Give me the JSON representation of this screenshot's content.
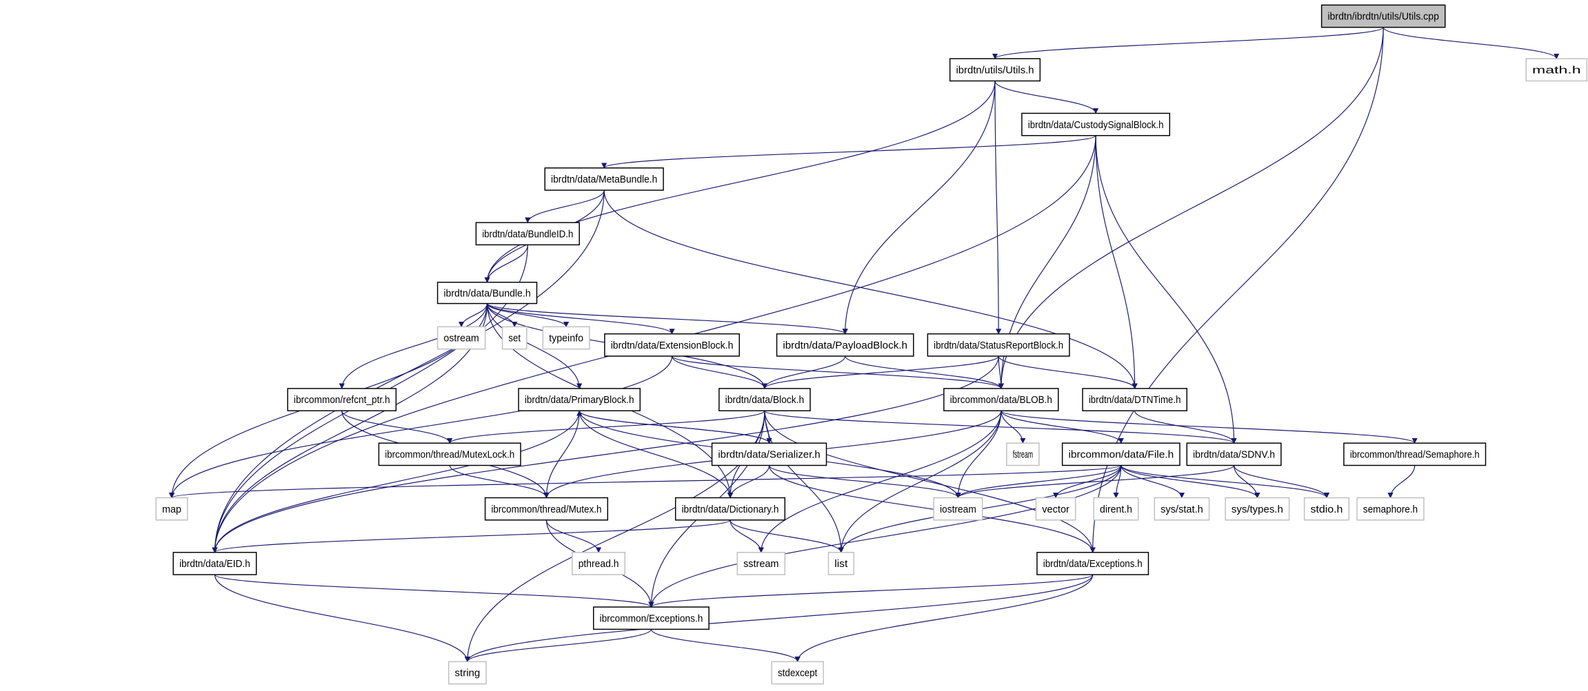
{
  "graph": {
    "edge_color": "#191970",
    "root_fill": "#bfbfbf",
    "external_border": "#bfbfbf",
    "nodes": [
      {
        "id": "utils_cpp",
        "label": "ibrdtn/ibrdtn/utils/Utils.cpp",
        "kind": "root"
      },
      {
        "id": "utils_h",
        "label": "ibrdtn/utils/Utils.h",
        "kind": "internal"
      },
      {
        "id": "math_h",
        "label": "math.h",
        "kind": "external"
      },
      {
        "id": "custody",
        "label": "ibrdtn/data/CustodySignalBlock.h",
        "kind": "internal"
      },
      {
        "id": "metabundle",
        "label": "ibrdtn/data/MetaBundle.h",
        "kind": "internal"
      },
      {
        "id": "bundleid",
        "label": "ibrdtn/data/BundleID.h",
        "kind": "internal"
      },
      {
        "id": "bundle",
        "label": "ibrdtn/data/Bundle.h",
        "kind": "internal"
      },
      {
        "id": "ostream",
        "label": "ostream",
        "kind": "external"
      },
      {
        "id": "set",
        "label": "set",
        "kind": "external"
      },
      {
        "id": "typeinfo",
        "label": "typeinfo",
        "kind": "external"
      },
      {
        "id": "extblock",
        "label": "ibrdtn/data/ExtensionBlock.h",
        "kind": "internal"
      },
      {
        "id": "payload",
        "label": "ibrdtn/data/PayloadBlock.h",
        "kind": "internal"
      },
      {
        "id": "statusreport",
        "label": "ibrdtn/data/StatusReportBlock.h",
        "kind": "internal"
      },
      {
        "id": "refcnt",
        "label": "ibrcommon/refcnt_ptr.h",
        "kind": "internal"
      },
      {
        "id": "primary",
        "label": "ibrdtn/data/PrimaryBlock.h",
        "kind": "internal"
      },
      {
        "id": "block",
        "label": "ibrdtn/data/Block.h",
        "kind": "internal"
      },
      {
        "id": "blob",
        "label": "ibrcommon/data/BLOB.h",
        "kind": "internal"
      },
      {
        "id": "dtntime",
        "label": "ibrdtn/data/DTNTime.h",
        "kind": "internal"
      },
      {
        "id": "mutexlock",
        "label": "ibrcommon/thread/MutexLock.h",
        "kind": "internal"
      },
      {
        "id": "serializer",
        "label": "ibrdtn/data/Serializer.h",
        "kind": "internal"
      },
      {
        "id": "fstream",
        "label": "fstream",
        "kind": "external"
      },
      {
        "id": "file",
        "label": "ibrcommon/data/File.h",
        "kind": "internal"
      },
      {
        "id": "sdnv",
        "label": "ibrdtn/data/SDNV.h",
        "kind": "internal"
      },
      {
        "id": "semaphore_h",
        "label": "ibrcommon/thread/Semaphore.h",
        "kind": "internal"
      },
      {
        "id": "map",
        "label": "map",
        "kind": "external"
      },
      {
        "id": "mutex",
        "label": "ibrcommon/thread/Mutex.h",
        "kind": "internal"
      },
      {
        "id": "dictionary",
        "label": "ibrdtn/data/Dictionary.h",
        "kind": "internal"
      },
      {
        "id": "iostream",
        "label": "iostream",
        "kind": "external"
      },
      {
        "id": "vector",
        "label": "vector",
        "kind": "external"
      },
      {
        "id": "dirent",
        "label": "dirent.h",
        "kind": "external"
      },
      {
        "id": "sysstat",
        "label": "sys/stat.h",
        "kind": "external"
      },
      {
        "id": "systypes",
        "label": "sys/types.h",
        "kind": "external"
      },
      {
        "id": "stdio",
        "label": "stdio.h",
        "kind": "external"
      },
      {
        "id": "semaphore_sys",
        "label": "semaphore.h",
        "kind": "external"
      },
      {
        "id": "eid",
        "label": "ibrdtn/data/EID.h",
        "kind": "internal"
      },
      {
        "id": "pthread",
        "label": "pthread.h",
        "kind": "external"
      },
      {
        "id": "sstream",
        "label": "sstream",
        "kind": "external"
      },
      {
        "id": "list",
        "label": "list",
        "kind": "external"
      },
      {
        "id": "dtnexceptions",
        "label": "ibrdtn/data/Exceptions.h",
        "kind": "internal"
      },
      {
        "id": "exceptions",
        "label": "ibrcommon/Exceptions.h",
        "kind": "internal"
      },
      {
        "id": "string",
        "label": "string",
        "kind": "external"
      },
      {
        "id": "stdexcept",
        "label": "stdexcept",
        "kind": "external"
      }
    ],
    "edges": [
      [
        "utils_cpp",
        "utils_h"
      ],
      [
        "utils_cpp",
        "math_h"
      ],
      [
        "utils_cpp",
        "blob"
      ],
      [
        "utils_cpp",
        "dtnexceptions"
      ],
      [
        "utils_h",
        "bundle"
      ],
      [
        "utils_h",
        "payload"
      ],
      [
        "utils_h",
        "statusreport"
      ],
      [
        "utils_h",
        "custody"
      ],
      [
        "custody",
        "eid"
      ],
      [
        "custody",
        "metabundle"
      ],
      [
        "custody",
        "blob"
      ],
      [
        "custody",
        "dtntime"
      ],
      [
        "custody",
        "sdnv"
      ],
      [
        "metabundle",
        "eid"
      ],
      [
        "metabundle",
        "bundleid"
      ],
      [
        "metabundle",
        "bundle"
      ],
      [
        "metabundle",
        "dtntime"
      ],
      [
        "bundleid",
        "eid"
      ],
      [
        "bundleid",
        "bundle"
      ],
      [
        "bundle",
        "ostream"
      ],
      [
        "bundle",
        "set"
      ],
      [
        "bundle",
        "typeinfo"
      ],
      [
        "bundle",
        "extblock"
      ],
      [
        "bundle",
        "payload"
      ],
      [
        "bundle",
        "block"
      ],
      [
        "bundle",
        "primary"
      ],
      [
        "bundle",
        "refcnt"
      ],
      [
        "bundle",
        "dictionary"
      ],
      [
        "bundle",
        "map"
      ],
      [
        "bundle",
        "eid"
      ],
      [
        "extblock",
        "map"
      ],
      [
        "extblock",
        "block"
      ],
      [
        "extblock",
        "blob"
      ],
      [
        "payload",
        "block"
      ],
      [
        "payload",
        "blob"
      ],
      [
        "statusreport",
        "eid"
      ],
      [
        "statusreport",
        "block"
      ],
      [
        "statusreport",
        "blob"
      ],
      [
        "statusreport",
        "dtntime"
      ],
      [
        "refcnt",
        "mutexlock"
      ],
      [
        "refcnt",
        "mutex"
      ],
      [
        "primary",
        "eid"
      ],
      [
        "primary",
        "mutex"
      ],
      [
        "primary",
        "dictionary"
      ],
      [
        "primary",
        "serializer"
      ],
      [
        "primary",
        "iostream"
      ],
      [
        "block",
        "mutexlock"
      ],
      [
        "block",
        "serializer"
      ],
      [
        "block",
        "dictionary"
      ],
      [
        "block",
        "list"
      ],
      [
        "block",
        "exceptions"
      ],
      [
        "block",
        "sdnv"
      ],
      [
        "block",
        "string"
      ],
      [
        "block",
        "dtnexceptions"
      ],
      [
        "serializer",
        "primary"
      ],
      [
        "serializer",
        "dictionary"
      ],
      [
        "serializer",
        "iostream"
      ],
      [
        "serializer",
        "dtnexceptions"
      ],
      [
        "blob",
        "mutex"
      ],
      [
        "blob",
        "fstream"
      ],
      [
        "blob",
        "file"
      ],
      [
        "blob",
        "iostream"
      ],
      [
        "blob",
        "sstream"
      ],
      [
        "blob",
        "semaphore_h"
      ],
      [
        "blob",
        "list"
      ],
      [
        "dtntime",
        "sdnv"
      ],
      [
        "mutexlock",
        "mutex"
      ],
      [
        "file",
        "map"
      ],
      [
        "file",
        "iostream"
      ],
      [
        "file",
        "list"
      ],
      [
        "file",
        "exceptions"
      ],
      [
        "file",
        "vector"
      ],
      [
        "file",
        "dirent"
      ],
      [
        "file",
        "sysstat"
      ],
      [
        "file",
        "systypes"
      ],
      [
        "file",
        "stdio"
      ],
      [
        "sdnv",
        "iostream"
      ],
      [
        "sdnv",
        "systypes"
      ],
      [
        "sdnv",
        "stdio"
      ],
      [
        "semaphore_h",
        "semaphore_sys"
      ],
      [
        "mutex",
        "pthread"
      ],
      [
        "mutex",
        "exceptions"
      ],
      [
        "dictionary",
        "eid"
      ],
      [
        "dictionary",
        "sstream"
      ],
      [
        "dictionary",
        "list"
      ],
      [
        "eid",
        "exceptions"
      ],
      [
        "eid",
        "string"
      ],
      [
        "dtnexceptions",
        "exceptions"
      ],
      [
        "dtnexceptions",
        "string"
      ],
      [
        "dtnexceptions",
        "stdexcept"
      ],
      [
        "exceptions",
        "string"
      ],
      [
        "exceptions",
        "stdexcept"
      ]
    ]
  }
}
